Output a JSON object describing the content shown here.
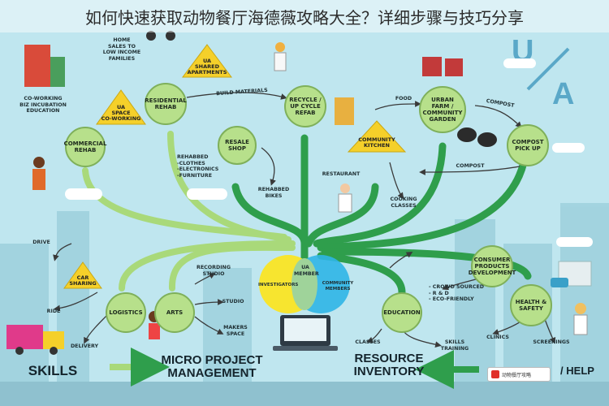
{
  "title": "如何快速获取动物餐厅海德薇攻略大全？详细步骤与技巧分享",
  "colors": {
    "node_fill": "#b7e08b",
    "arrow": "#2f9e4c",
    "arrow_light": "#a9d97a",
    "triangle_fill": "#f5d02a",
    "sky": "#bfe6ef"
  },
  "nodes": {
    "residential_rehab": "RESIDENTIAL\nREHAB",
    "recycle_upcycle": "RECYCLE\n/ UP CYCLE\nREFAB",
    "urban_farm": "URBAN\nFARM /\nCOMMUNITY\nGARDEN",
    "commercial_rehab": "COMMERCIAL\nREHAB",
    "resale_shop": "RESALE\nSHOP",
    "compost_pickup": "COMPOST\nPICK UP",
    "consumer_products": "CONSUMER\nPRODUCTS\nDEVELOPMENT",
    "logistics": "LOGISTICS",
    "arts": "ARTS",
    "education": "EDUCATION",
    "health_safety": "HEALTH\n& SAFETY"
  },
  "triangles": {
    "ua_shared_apartments": "UA\nSHARED\nAPARTMENTS",
    "ua_space_coworking": "UA\nSPACE\nCO-WORKING",
    "community_kitchen": "COMMUNITY\nKITCHEN",
    "car_sharing": "CAR\nSHARING"
  },
  "labels": {
    "home_sales": "HOME\nSALES TO\nLOW INCOME\nFAMILIES",
    "coworking_biz": "CO-WORKING\nBIZ INCUBATION\nEDUCATION",
    "build_materials": "BUILD MATERIALS",
    "food": "FOOD",
    "compost_top": "COMPOST",
    "compost_mid": "COMPOST",
    "rehabbed_list": "REHABBED\n-CLOTHES\n-ELECTRONICS\n-FURNITURE",
    "rehabbed_bikes": "REHABBED\nBIKES",
    "restaurant": "RESTAURANT",
    "cooking_classes": "COOKING\nCLASSES",
    "drive": "DRIVE",
    "ride": "RIDE",
    "delivery": "DELIVERY",
    "recording_studio": "RECORDING\nSTUDIO",
    "studio": "STUDIO",
    "makers_space": "MAKERS\nSPACE",
    "crowd_sourced": "- CROWD SOURCED\n- R & D\n- ECO-FRIENDLY",
    "classes": "CLASSES",
    "skills_training": "SKILLS\nTRAINING",
    "clinics": "CLINICS",
    "screenings": "SCREENINGS",
    "investigators": "INVESTIGATORS",
    "ua_member": "UA\nMEMBER",
    "community_members": "COMMUNITY\nMEMBERS"
  },
  "bottom": {
    "skills": "SKILLS",
    "micro_project": "MICRO PROJECT\nMANAGEMENT",
    "resource_inventory": "RESOURCE\nINVENTORY",
    "partial": "/ HELP"
  },
  "logo_text": "动物餐厅攻略"
}
